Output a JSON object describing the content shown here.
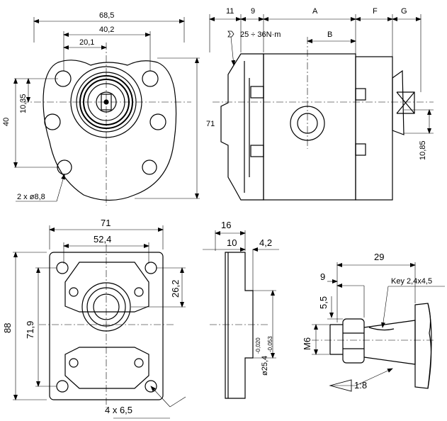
{
  "front_view": {
    "width_overall": "68,5",
    "hole_span": "40,2",
    "offset": "20,1",
    "height": "40",
    "height_overall": "71",
    "offset_vertical": "10,35",
    "holes": "2 x ø8,8"
  },
  "side_view": {
    "dim_11": "11",
    "dim_9": "9",
    "dim_a": "A",
    "dim_b": "B",
    "dim_f": "F",
    "dim_g": "G",
    "torque": "25 ÷ 36N·m",
    "dim_shaft": "10,85"
  },
  "flange_view": {
    "width": "71",
    "hole_span": "52,4",
    "height": "88",
    "height_inner": "71,9",
    "offset": "26,2",
    "holes": "4 x 6,5"
  },
  "flange_side": {
    "thickness": "16",
    "hub": "10",
    "pilot": "4,2",
    "diameter": "ø25,4",
    "tol_upper": "-0,020",
    "tol_lower": "-0,053"
  },
  "shaft_detail": {
    "length": "29",
    "dim_9": "9",
    "dim_55": "5,5",
    "key": "Key 2,4x4,5",
    "thread": "M6",
    "taper": "1:8"
  }
}
